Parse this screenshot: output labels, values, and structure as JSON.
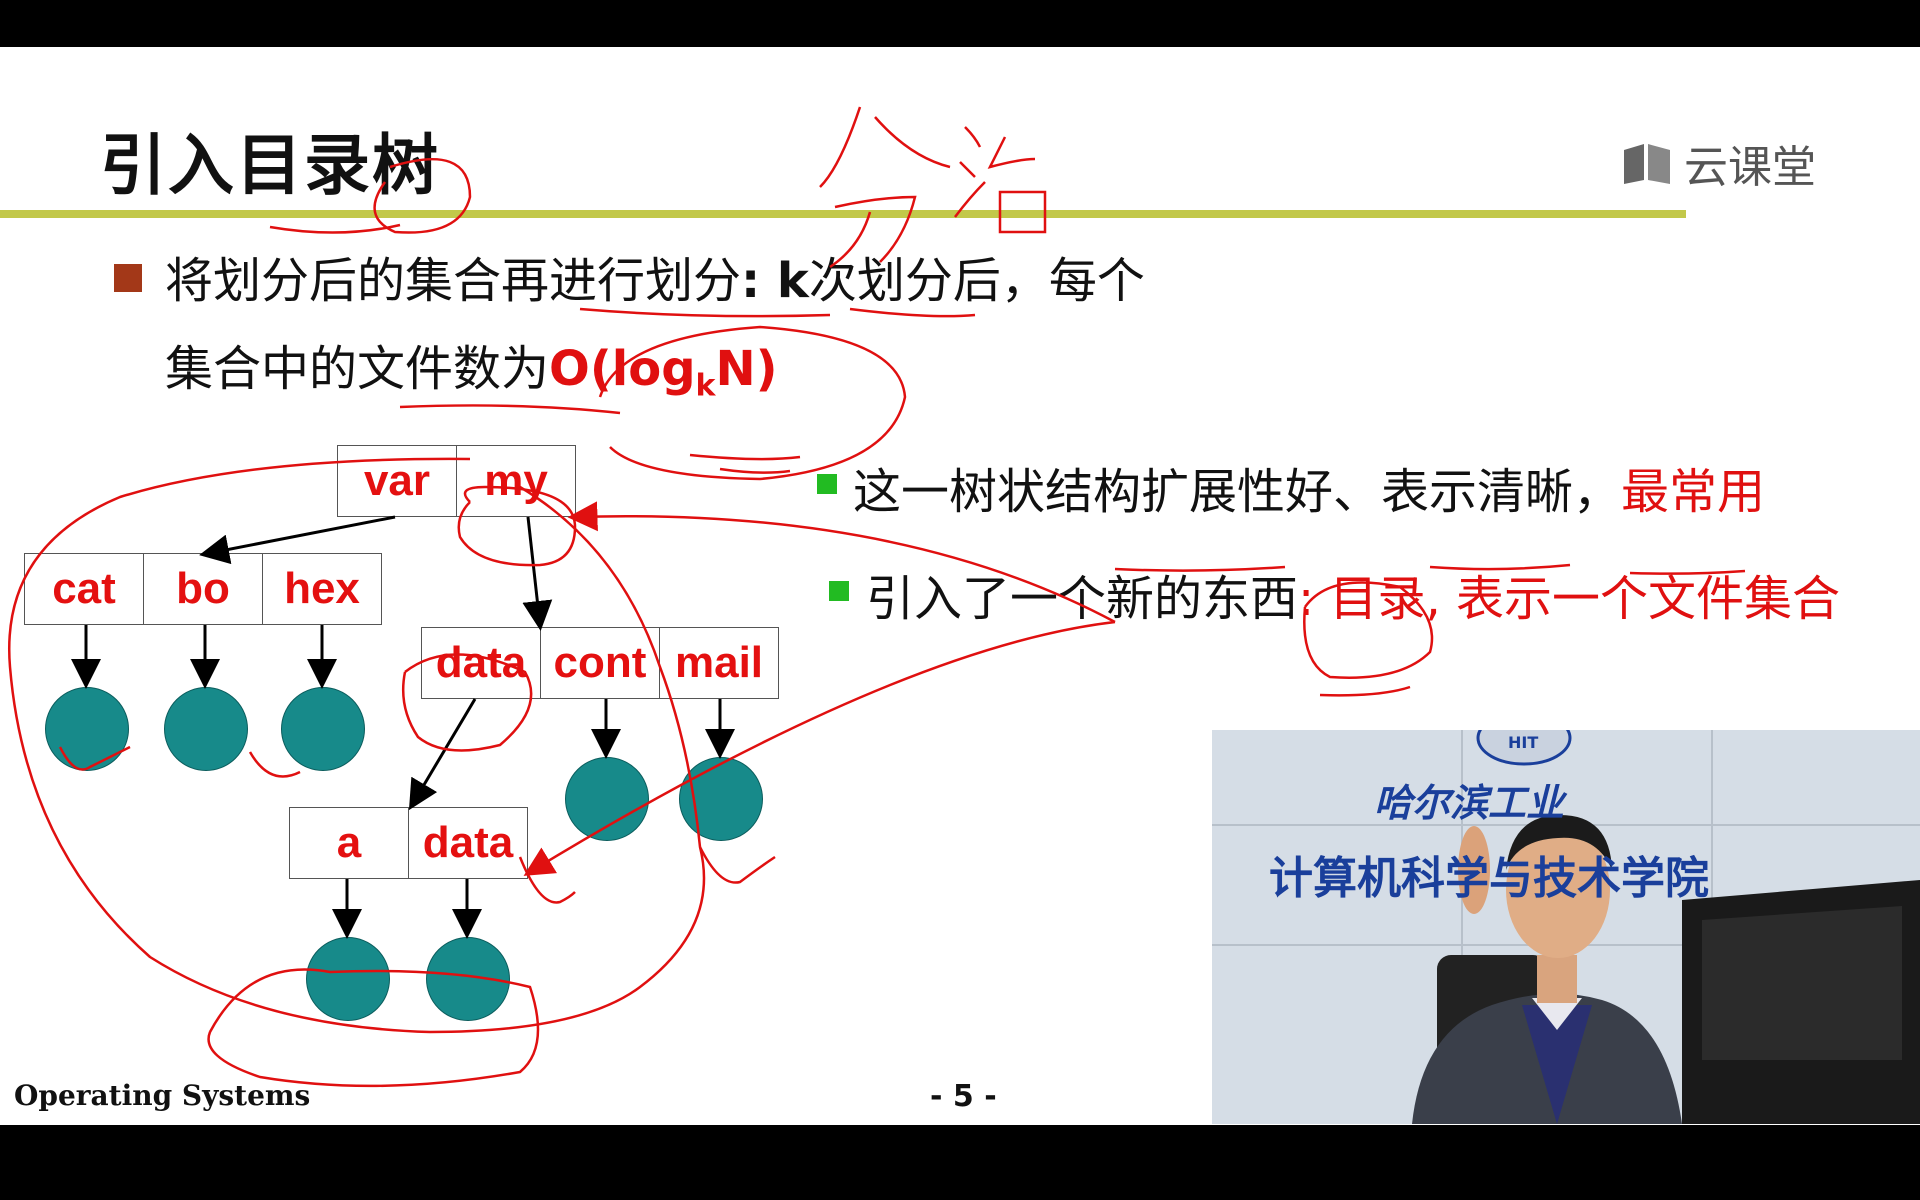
{
  "slide": {
    "title": "引入目录树",
    "logo_text": "云课堂",
    "bullet1_line1_a": "将划分后的集合再进行划分",
    "bullet1_line1_b": ": k",
    "bullet1_line1_c": "次划分后，每个",
    "bullet1_line2_a": "集合中的文件数为",
    "bullet1_line2_formula": "O(log",
    "bullet1_line2_sub": "k",
    "bullet1_line2_end": "N)",
    "right_bullet1_a": "这一树状结构扩展性好、表示清晰，",
    "right_bullet1_b": "最常用",
    "right_bullet2_a": "引入了一个新的东西",
    "right_bullet2_b": ": 目录",
    "right_bullet2_c": ", 表示一个文件集合",
    "footer_left": "Operating Systems",
    "footer_page": "- 5 -",
    "handwriting": "分治"
  },
  "tree": {
    "root": [
      "var",
      "my"
    ],
    "var_children": [
      "cat",
      "bo",
      "hex"
    ],
    "my_children": [
      "data",
      "cont",
      "mail"
    ],
    "data_children": [
      "a",
      "data"
    ]
  },
  "video": {
    "wall_text_1": "哈尔滨工业",
    "wall_text_2": "计算机科学与技术学院",
    "emblem_text": "HIT"
  },
  "colors": {
    "rule": "#c2c84a",
    "node_text": "#e41010",
    "leaf": "#178a8a",
    "ink": "#e01010"
  }
}
